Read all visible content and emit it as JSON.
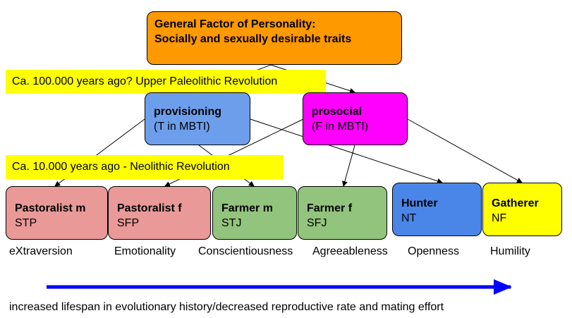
{
  "top": {
    "line1": "General Factor of Personality:",
    "line2": "Socially and sexually desirable traits",
    "color": "#ff9900"
  },
  "banners": {
    "upper": "Ca. 100.000 years ago? Upper Paleolithic Revolution",
    "neolithic": "Ca. 10.000 years ago - Neolithic Revolution"
  },
  "mid": [
    {
      "title": "provisioning",
      "sub": "(T in MBTI)",
      "color": "#6d9eeb"
    },
    {
      "title": "prosocial",
      "sub": "(F in MBTI)",
      "color": "#ff00ff"
    }
  ],
  "bottom": [
    {
      "title": "Pastoralist m",
      "sub": "STP",
      "trait": "eXtraversion",
      "color": "#ea9999"
    },
    {
      "title": "Pastoralist f",
      "sub": "SFP",
      "trait": "Emotionality",
      "color": "#ea9999"
    },
    {
      "title": "Farmer m",
      "sub": "STJ",
      "trait": "Conscientiousness",
      "color": "#93c47d"
    },
    {
      "title": "Farmer f",
      "sub": "SFJ",
      "trait": "Agreeableness",
      "color": "#93c47d"
    },
    {
      "title": "Hunter",
      "sub": "NT",
      "trait": "Openness",
      "color": "#4a86e8"
    },
    {
      "title": "Gatherer",
      "sub": "NF",
      "trait": "Humility",
      "color": "#ffff00"
    }
  ],
  "axis": {
    "caption": "increased lifespan in evolutionary history/decreased reproductive rate and mating effort",
    "color": "#0000ff"
  }
}
